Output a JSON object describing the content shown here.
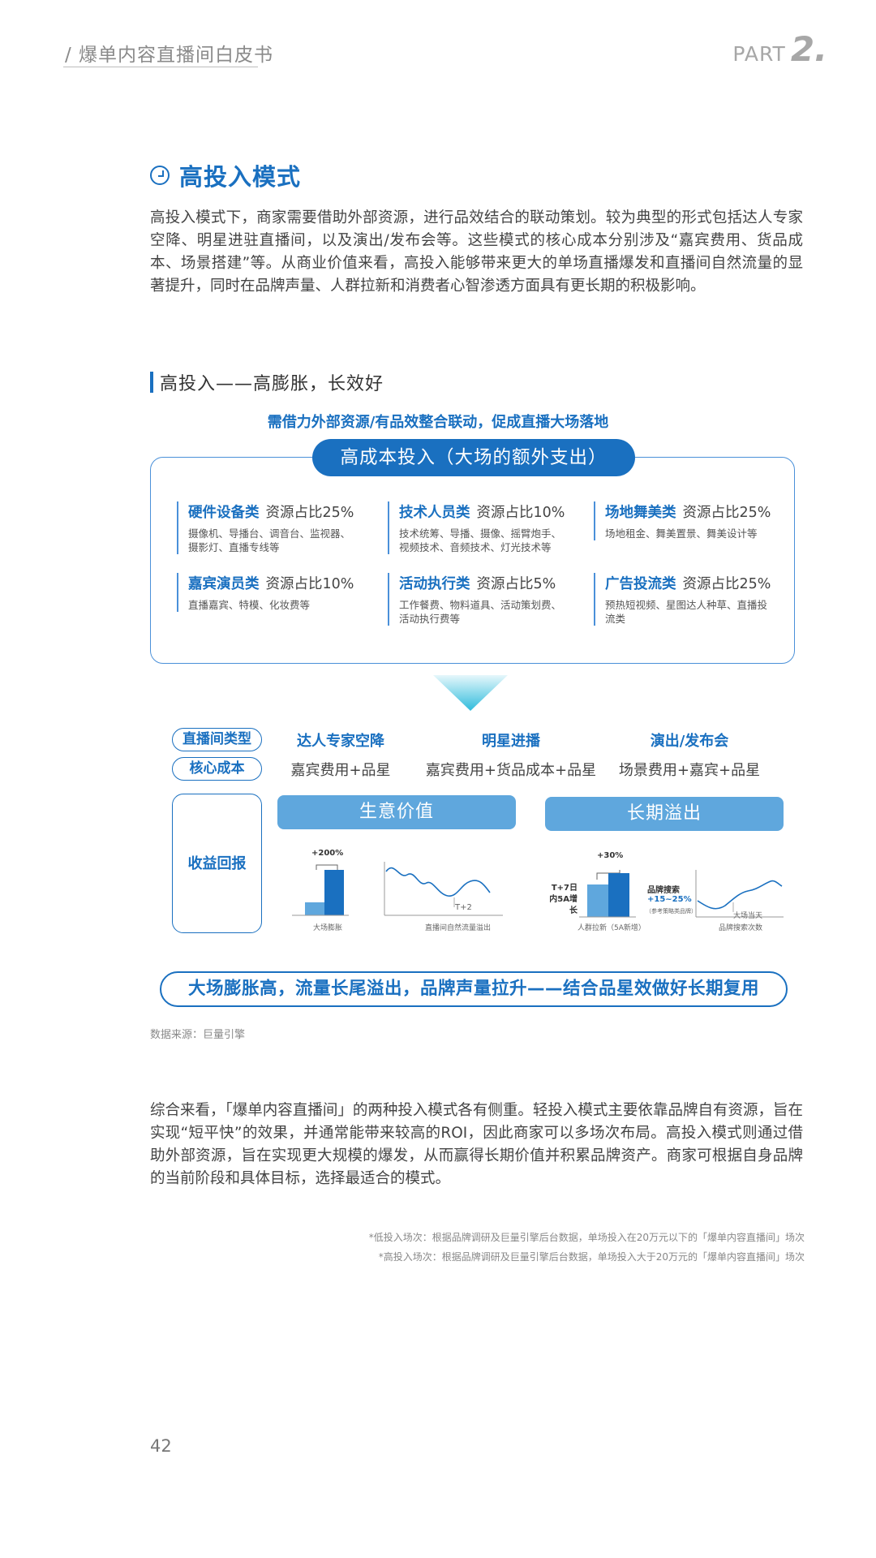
{
  "header": {
    "title": "/  爆单内容直播间白皮书",
    "part_word": "PART",
    "part_num": "2."
  },
  "section": {
    "title": "高投入模式"
  },
  "intro": "高投入模式下，商家需要借助外部资源，进行品效结合的联动策划。较为典型的形式包括达人专家空降、明星进驻直播间，以及演出/发布会等。这些模式的核心成本分别涉及“嘉宾费用、货品成本、场景搭建”等。从商业价值来看，高投入能够带来更大的单场直播爆发和直播间自然流量的显著提升，同时在品牌声量、人群拉新和消费者心智渗透方面具有更长期的积极影响。",
  "infographic": {
    "title": "高投入——高膨胀，长效好",
    "subtitle": "需借力外部资源/有品效整合联动，促成直播大场落地",
    "cost_pill": "高成本投入（大场的额外支出）",
    "cost_items": [
      {
        "category": "硬件设备类",
        "share": "资源占比25%",
        "desc": "摄像机、导播台、调音台、监视器、摄影灯、直播专线等"
      },
      {
        "category": "技术人员类",
        "share": "资源占比10%",
        "desc": "技术统筹、导播、摄像、摇臂炮手、视频技术、音频技术、灯光技术等"
      },
      {
        "category": "场地舞美类",
        "share": "资源占比25%",
        "desc": "场地租金、舞美置景、舞美设计等"
      },
      {
        "category": "嘉宾演员类",
        "share": "资源占比10%",
        "desc": "直播嘉宾、特模、化妆费等"
      },
      {
        "category": "活动执行类",
        "share": "资源占比5%",
        "desc": "工作餐费、物料道具、活动策划费、活动执行费等"
      },
      {
        "category": "广告投流类",
        "share": "资源占比25%",
        "desc": "预热短视频、星图达人种草、直播投流类"
      }
    ],
    "row_labels": {
      "type": "直播间类型",
      "cost": "核心成本",
      "return": "收益回报"
    },
    "columns": [
      {
        "type": "达人专家空降",
        "cost": "嘉宾费用+品星"
      },
      {
        "type": "明星进播",
        "cost": "嘉宾费用+货品成本+品星"
      },
      {
        "type": "演出/发布会",
        "cost": "场景费用+嘉宾+品星"
      }
    ],
    "value_pill": "生意价值",
    "longterm_pill": "长期溢出",
    "charts": {
      "business_bar": {
        "label": "+200%",
        "caption": "大场膨胀"
      },
      "business_line": {
        "label": "T+2",
        "caption": "直播间自然流量溢出"
      },
      "longterm_bar": {
        "label": "+30%",
        "side": "T+7日内5A增长",
        "caption": "人群拉新（5A新增）"
      },
      "longterm_line": {
        "side_title": "品牌搜索",
        "side_value": "+15~25%",
        "side_note": "（参考策略类品牌）",
        "label": "大场当天",
        "caption": "品牌搜索次数"
      }
    },
    "conclusion": "大场膨胀高，流量长尾溢出，品牌声量拉升——结合品星效做好长期复用",
    "source": "数据来源：巨量引擎"
  },
  "summary": "综合来看，「爆单内容直播间」的两种投入模式各有侧重。轻投入模式主要依靠品牌自有资源，旨在实现“短平快”的效果，并通常能带来较高的ROI，因此商家可以多场次布局。高投入模式则通过借助外部资源，旨在实现更大规模的爆发，从而赢得长期价值并积累品牌资产。商家可根据自身品牌的当前阶段和具体目标，选择最适合的模式。",
  "footnotes": [
    "*低投入场次：根据品牌调研及巨量引擎后台数据，单场投入在20万元以下的「爆单内容直播间」场次",
    "*高投入场次：根据品牌调研及巨量引擎后台数据，单场投入大于20万元的「爆单内容直播间」场次"
  ],
  "page_number": "42",
  "colors": {
    "accent": "#1a70c0",
    "light_blue": "#5fa7dd",
    "arrow": "#3ec3e0"
  }
}
